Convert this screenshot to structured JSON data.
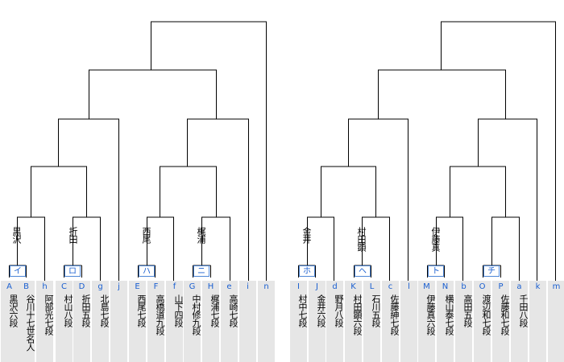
{
  "players": [
    {
      "code": "A",
      "name": "黒沢六段"
    },
    {
      "code": "B",
      "name": "谷川十七世名人"
    },
    {
      "code": "h",
      "name": "阿部光七段"
    },
    {
      "code": "C",
      "name": "村山八段"
    },
    {
      "code": "D",
      "name": "折田五段"
    },
    {
      "code": "g",
      "name": "北島七段"
    },
    {
      "code": "j",
      "name": ""
    },
    {
      "code": "E",
      "name": "西尾七段"
    },
    {
      "code": "F",
      "name": "高橋道九段"
    },
    {
      "code": "f",
      "name": "山下四段"
    },
    {
      "code": "G",
      "name": "中村修九段"
    },
    {
      "code": "H",
      "name": "梶浦七段"
    },
    {
      "code": "e",
      "name": "高崎七段"
    },
    {
      "code": "i",
      "name": ""
    },
    {
      "code": "n",
      "name": ""
    },
    {
      "code": "I",
      "name": "村中七段"
    },
    {
      "code": "J",
      "name": "金井六段"
    },
    {
      "code": "d",
      "name": "野月八段"
    },
    {
      "code": "K",
      "name": "村田顕六段"
    },
    {
      "code": "L",
      "name": "石川五段"
    },
    {
      "code": "c",
      "name": "佐藤紳七段"
    },
    {
      "code": "l",
      "name": ""
    },
    {
      "code": "M",
      "name": "伊藤真六段"
    },
    {
      "code": "N",
      "name": "横山泰七段"
    },
    {
      "code": "b",
      "name": "高田五段"
    },
    {
      "code": "O",
      "name": "渡辺和七段"
    },
    {
      "code": "P",
      "name": "佐藤和七段"
    },
    {
      "code": "a",
      "name": "千田八段"
    },
    {
      "code": "k",
      "name": ""
    },
    {
      "code": "m",
      "name": ""
    }
  ],
  "blocks": [
    "イ",
    "ロ",
    "ハ",
    "ニ",
    "ホ",
    "ヘ",
    "ト",
    "チ"
  ],
  "winners": [
    "黒沢",
    "折田",
    "西尾",
    "梶浦",
    "金井",
    "村田顕",
    "伊藤真"
  ]
}
